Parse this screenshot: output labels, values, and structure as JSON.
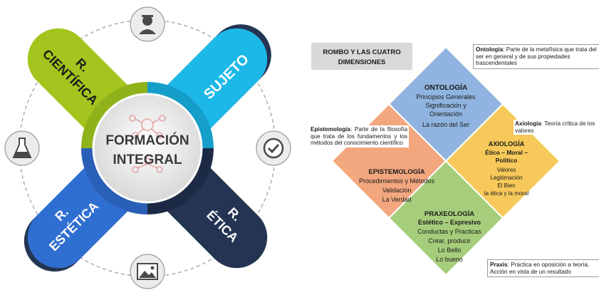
{
  "left": {
    "center": {
      "line1": "FORMACIÓN",
      "line2": "INTEGRAL"
    },
    "arms": {
      "top_left": {
        "line1": "R.",
        "line2": "CIENTÍFICA",
        "color": "#a3c51d"
      },
      "top_right": {
        "line1": "SUJETO",
        "color": "#1cb8e8"
      },
      "bottom_left": {
        "line1": "R.",
        "line2": "ESTÉTICA",
        "color": "#2f6fd1"
      },
      "bottom_right": {
        "line1": "R.",
        "line2": "ÉTICA",
        "color": "#243452"
      }
    },
    "icons": [
      "person-icon",
      "checkmark-icon",
      "image-icon",
      "flask-icon"
    ]
  },
  "right": {
    "title": {
      "line1": "ROMBO Y LAS CUATRO",
      "line2": "DIMENSIONES"
    },
    "ontologia": {
      "heading": "ONTOLOGÍA",
      "lines": [
        "Principios Generales",
        "Significación y",
        "Orientación",
        "La razón del Ser"
      ],
      "color": "#8fb4df"
    },
    "axiologia": {
      "heading": "AXIOLOGÍA",
      "subheading": [
        "Ético – Moral –",
        "Político"
      ],
      "lines": [
        "Valores",
        "Legitimación",
        "El Bien",
        "la ética y la moral"
      ],
      "color": "#f7c95a"
    },
    "epistemologia": {
      "heading": "EPISTEMOLOGÍA",
      "lines": [
        "Procedimientos y Métodos",
        "Validación",
        "La Verdad"
      ],
      "color": "#f3a77f"
    },
    "praxeologia": {
      "heading": "PRAXEOLOGÍA",
      "subheading": "Estético – Expresivo",
      "lines": [
        "Conductas y Practicas",
        "Crear, producir",
        "Lo Bello",
        "Lo bueno"
      ],
      "color": "#a6cd7b"
    },
    "notes": {
      "ontologia": {
        "term": "Ontología",
        "text": ": Parte de la metafísica que trata del ser en general y de sus propiedades trascendentales"
      },
      "axiologia": {
        "term": "Axiología",
        "text": ": Teoría crítica de los valores"
      },
      "epistemologia": {
        "term": "Epistemología",
        "text": ": Parte de la filosofía que trata de los fundamentos y los métodos del conocimiento científico"
      },
      "praxis": {
        "term": "Praxis",
        "text": ": Práctica en oposición a teoría. Acción en vista de un resultado"
      }
    }
  }
}
